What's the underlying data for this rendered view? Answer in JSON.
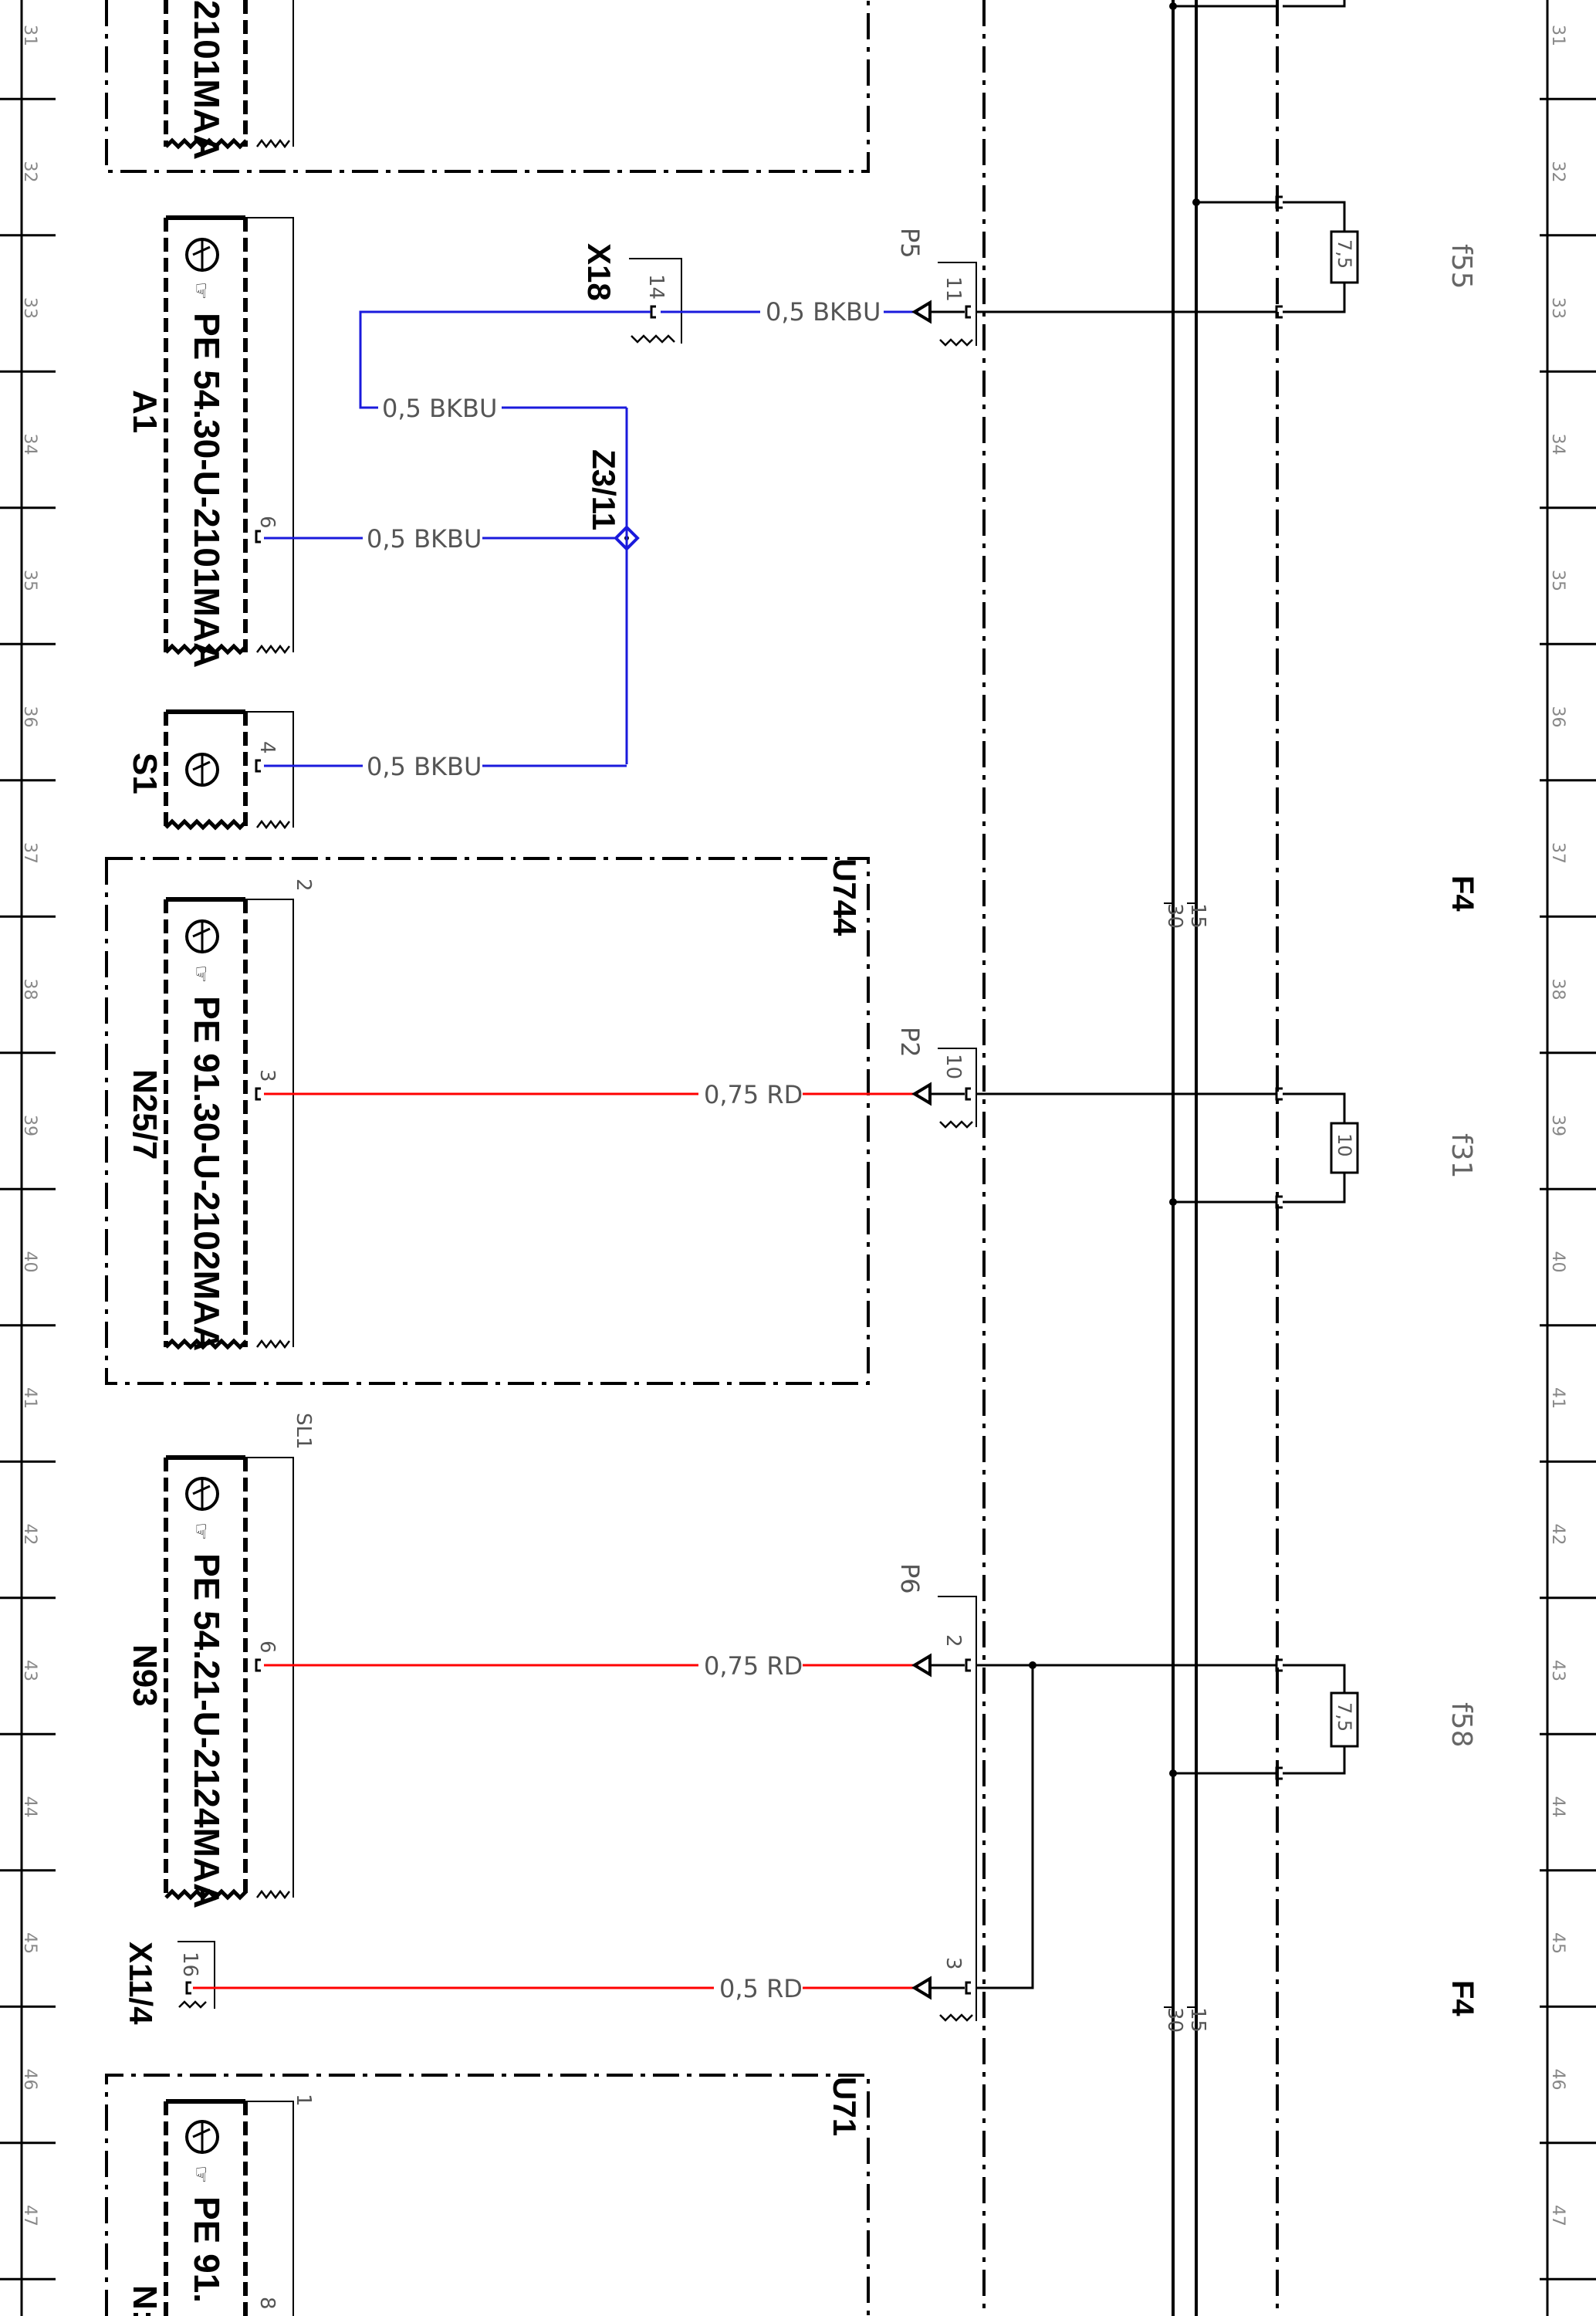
{
  "ruler_rows": [
    "31",
    "32",
    "33",
    "34",
    "35",
    "36",
    "37",
    "38",
    "39",
    "40",
    "41",
    "42",
    "43",
    "44",
    "45",
    "46",
    "47"
  ],
  "components": {
    "top_partial_code": "2101MAA",
    "a1": {
      "id": "A1",
      "code": "PE 54.30-U-2101MAA",
      "pin": "6"
    },
    "s1": {
      "id": "S1",
      "pin": "4"
    },
    "x18": {
      "id": "X18",
      "pin": "14"
    },
    "z3": {
      "id": "Z3/11"
    },
    "u744": {
      "id": "U744",
      "wire_in": "2"
    },
    "n25": {
      "id": "N25/7",
      "code": "PE 91.30-U-2102MAA",
      "pin": "3"
    },
    "sl1": {
      "id": "SL1"
    },
    "n93": {
      "id": "N93",
      "code": "PE 54.21-U-2124MAA",
      "pin": "6"
    },
    "x11": {
      "id": "X11/4",
      "pin": "16"
    },
    "u71": {
      "id": "U71",
      "wire_in": "1"
    },
    "bottom_partial": {
      "code": "PE 91.",
      "id": "N:",
      "pin": "8"
    }
  },
  "connectors": {
    "p5": {
      "id": "P5",
      "pin": "11"
    },
    "p2": {
      "id": "P2",
      "pin": "10"
    },
    "p6": {
      "id": "P6",
      "pin_a": "2",
      "pin_b": "3"
    }
  },
  "wires": {
    "w_p5_x18": "0,5 BKBU",
    "w_x18_z3": "0,5 BKBU",
    "w_z3_a1": "0,5 BKBU",
    "w_z3_s1": "0,5 BKBU",
    "w_p2_n25": "0,75 RD",
    "w_p6_n93": "0,75 RD",
    "w_p6_x11": "0,5 RD"
  },
  "fuse_box": {
    "id": "F4",
    "bus_labels": {
      "terminal_30": "30",
      "terminal_15": "15"
    },
    "fuses": [
      {
        "id": "f55",
        "rating": "7,5"
      },
      {
        "id": "f31",
        "rating": "10"
      },
      {
        "id": "f58",
        "rating": "7,5"
      }
    ]
  },
  "colors": {
    "red_wire": "#ff0000",
    "blue_wire": "#1a1adc",
    "ink": "#000000"
  }
}
